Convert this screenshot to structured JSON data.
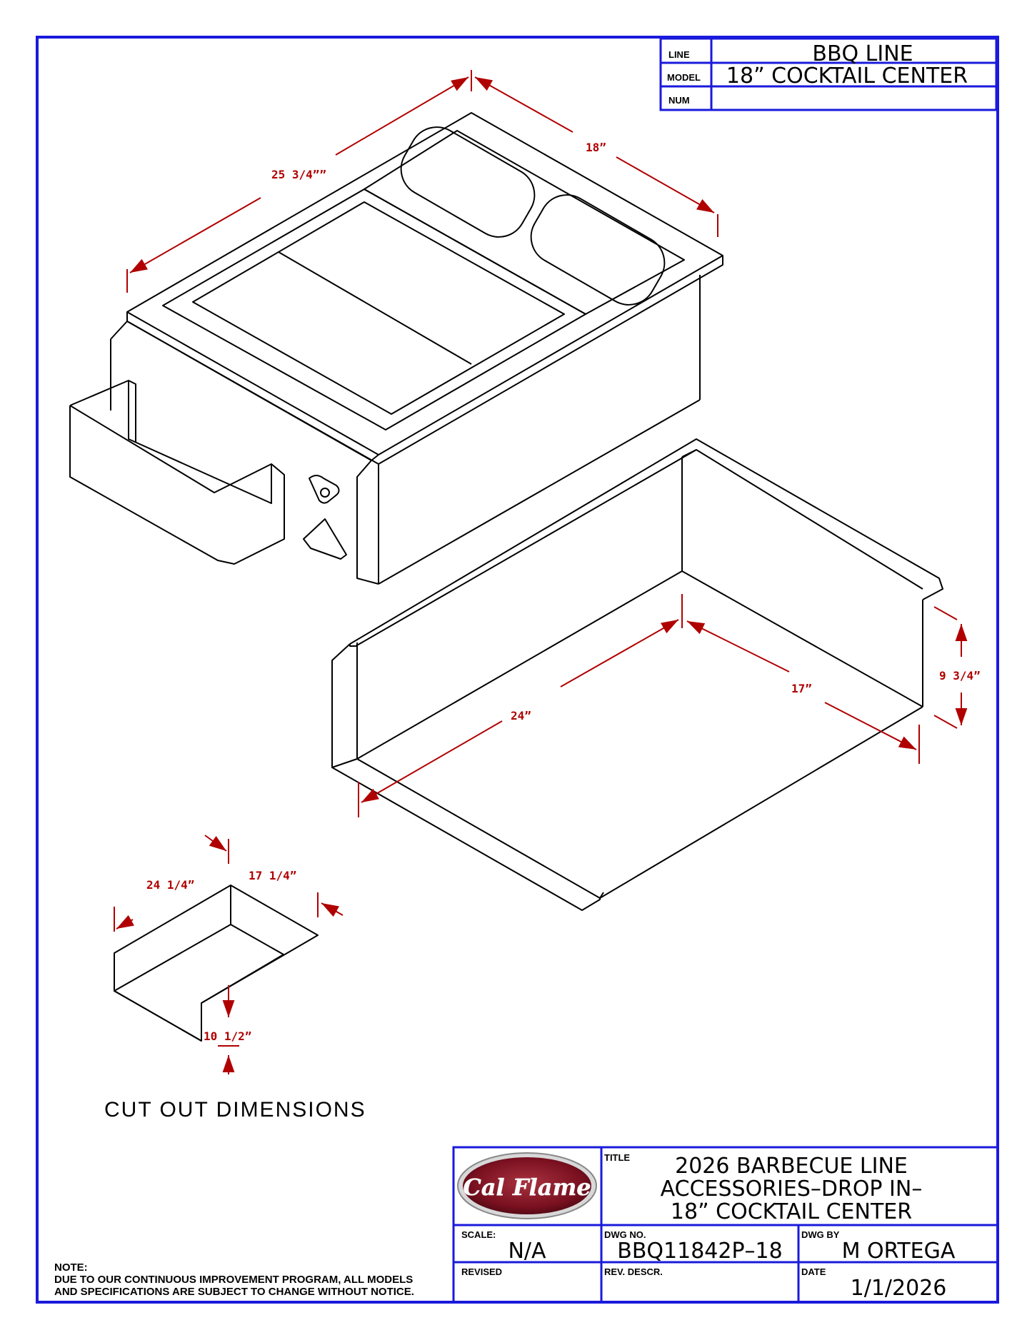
{
  "title_block_top": {
    "line_label": "LINE",
    "line_value": "BBQ LINE",
    "model_label": "MODEL",
    "model_value": "18” COCKTAIL CENTER",
    "num_label": "NUM",
    "num_value": ""
  },
  "dimensions": {
    "unit_length": "25 3/4””",
    "unit_width": "18”",
    "insert_length": "24”",
    "insert_width": "17”",
    "insert_height": "9 3/4”",
    "cutout_length": "24 1/4”",
    "cutout_width": "17 1/4”",
    "cutout_depth": "10 1/2”"
  },
  "cutout_label": "CUT OUT DIMENSIONS",
  "title_block_bottom": {
    "logo_text": "Cal Flame",
    "title_label": "TITLE",
    "title_line1": "2026 BARBECUE LINE",
    "title_line2": "ACCESSORIES–DROP IN–",
    "title_line3": "18” COCKTAIL CENTER",
    "scale_label": "SCALE:",
    "scale_value": "N/A",
    "dwg_no_label": "DWG NO.",
    "dwg_no_value": "BBQ11842P–18",
    "dwg_by_label": "DWG BY",
    "dwg_by_value": "M ORTEGA",
    "revised_label": "REVISED",
    "rev_descr_label": "REV. DESCR.",
    "date_label": "DATE",
    "date_value": "1/1/2026"
  },
  "note": {
    "heading": "NOTE:",
    "line1": "DUE TO OUR CONTINUOUS IMPROVEMENT PROGRAM, ALL MODELS",
    "line2": "AND SPECIFICATIONS ARE SUBJECT TO CHANGE WITHOUT NOTICE."
  },
  "colors": {
    "border": "#1a1adc",
    "dimension": "#b00000",
    "logo": "#7a1020"
  }
}
